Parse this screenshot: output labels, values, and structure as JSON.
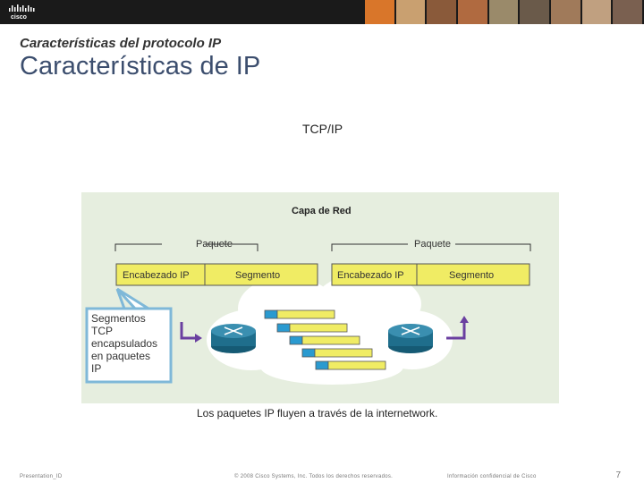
{
  "header": {
    "logo_text": "cisco",
    "photo_colors": [
      "#d9762a",
      "#c9a070",
      "#8a5a3a",
      "#b06a40",
      "#9a8a6a",
      "#6a5a4a",
      "#a07a5a",
      "#c0a080",
      "#7a6050"
    ]
  },
  "section_title": "Características del protocolo IP",
  "slide_title": "Características de IP",
  "diagram": {
    "heading": "TCP/IP",
    "layer_label": "Capa de Red",
    "packet_left": {
      "label": "Paquete",
      "header": "Encabezado IP",
      "segment": "Segmento"
    },
    "packet_right": {
      "label": "Paquete",
      "header": "Encabezado IP",
      "segment": "Segmento"
    },
    "callout_lines": [
      "Segmentos",
      "TCP",
      "encapsulados",
      "en paquetes",
      "IP"
    ],
    "colors": {
      "header_fill": "#f0ec64",
      "segment_fill": "#f0ec64",
      "cloud": "#ffffff",
      "router": "#1f6e8c",
      "arrow": "#6a3fa0",
      "callout_border": "#7fb8d8"
    }
  },
  "caption": "Los paquetes IP fluyen a través de la internetwork.",
  "footer": {
    "left": "Presentation_ID",
    "center": "© 2008 Cisco Systems, Inc. Todos los derechos reservados.",
    "right": "Información confidencial de Cisco",
    "page": "7"
  }
}
